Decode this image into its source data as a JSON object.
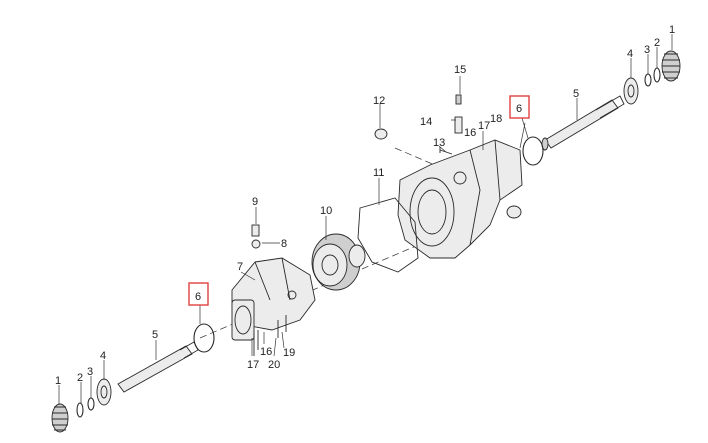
{
  "diagram": {
    "callouts": {
      "c1_right": "1",
      "c2_right": "2",
      "c3_right": "3",
      "c4_right": "4",
      "c5_right": "5",
      "c6_right": "6",
      "c18": "18",
      "c17_top": "17",
      "c16_top": "16",
      "c15": "15",
      "c14": "14",
      "c13": "13",
      "c12": "12",
      "c11": "11",
      "c10": "10",
      "c9": "9",
      "c8": "8",
      "c7": "7",
      "c6_left": "6",
      "c5_left": "5",
      "c4_left": "4",
      "c3_left": "3",
      "c2_left": "2",
      "c1_left": "1",
      "c16_bottom": "16",
      "c17_bottom": "17",
      "c19": "19",
      "c20": "20"
    },
    "highlight_color": "#e04040"
  }
}
